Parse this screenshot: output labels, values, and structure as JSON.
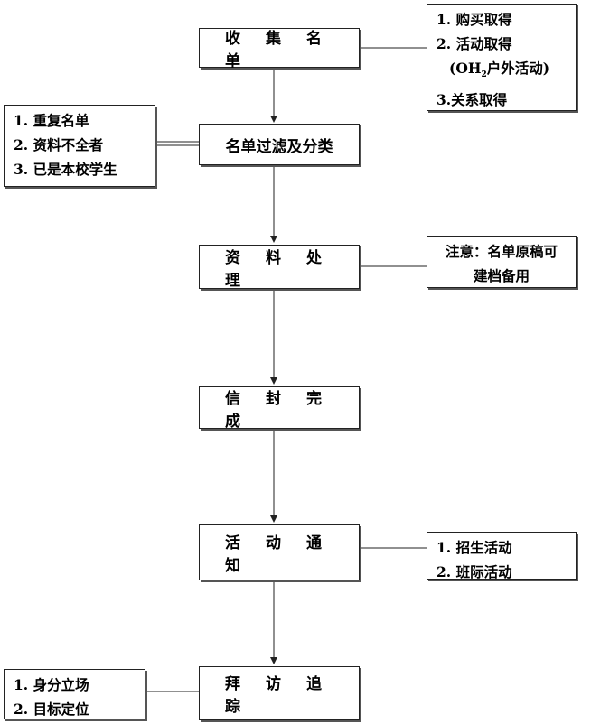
{
  "steps": [
    {
      "label": "收集名单"
    },
    {
      "label": "名单过滤及分类"
    },
    {
      "label": "资料处理"
    },
    {
      "label": "信封完成"
    },
    {
      "label": "活动通知"
    },
    {
      "label": "拜访追踪"
    }
  ],
  "notes": {
    "collect": {
      "line1": "1. 购买取得",
      "line2": "2. 活动取得",
      "line3_prefix": "(OH",
      "line3_sub": "2",
      "line3_suffix": "户外活动)",
      "line4": "3.关系取得"
    },
    "filter": [
      "1. 重复名单",
      "2. 资料不全者",
      "3. 已是本校学生"
    ],
    "process": [
      "注意：名单原稿可",
      "建档备用"
    ],
    "notify": [
      "1. 招生活动",
      "2. 班际活动"
    ],
    "visit": [
      "1. 身分立场",
      "2. 目标定位"
    ]
  },
  "colors": {
    "line": "#222222",
    "shadow": "#555555"
  }
}
